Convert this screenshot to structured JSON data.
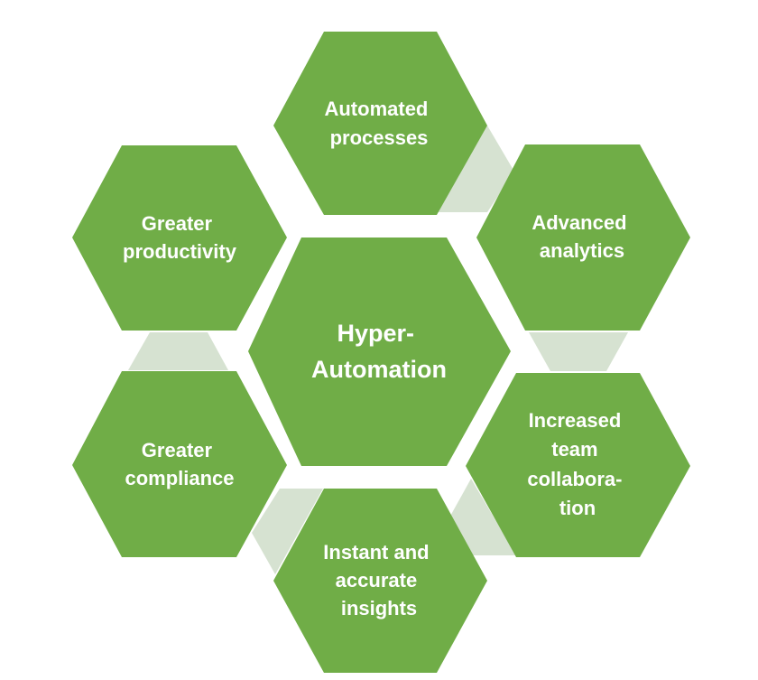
{
  "colors": {
    "hex_fill": "#70ad47",
    "connector_fill": "#d6e2d1",
    "text": "#ffffff",
    "background": "#ffffff"
  },
  "center": {
    "lines": [
      "Hyper-",
      "Automation"
    ]
  },
  "nodes": [
    {
      "id": "automated-processes",
      "lines": [
        "Automated",
        "processes"
      ]
    },
    {
      "id": "advanced-analytics",
      "lines": [
        "Advanced",
        "analytics"
      ]
    },
    {
      "id": "increased-team-collaboration",
      "lines": [
        "Increased",
        "team",
        "collabora-",
        "tion"
      ]
    },
    {
      "id": "instant-accurate-insights",
      "lines": [
        "Instant and",
        "accurate",
        "insights"
      ]
    },
    {
      "id": "greater-compliance",
      "lines": [
        "Greater",
        "compliance"
      ]
    },
    {
      "id": "greater-productivity",
      "lines": [
        "Greater",
        "productivity"
      ]
    }
  ]
}
